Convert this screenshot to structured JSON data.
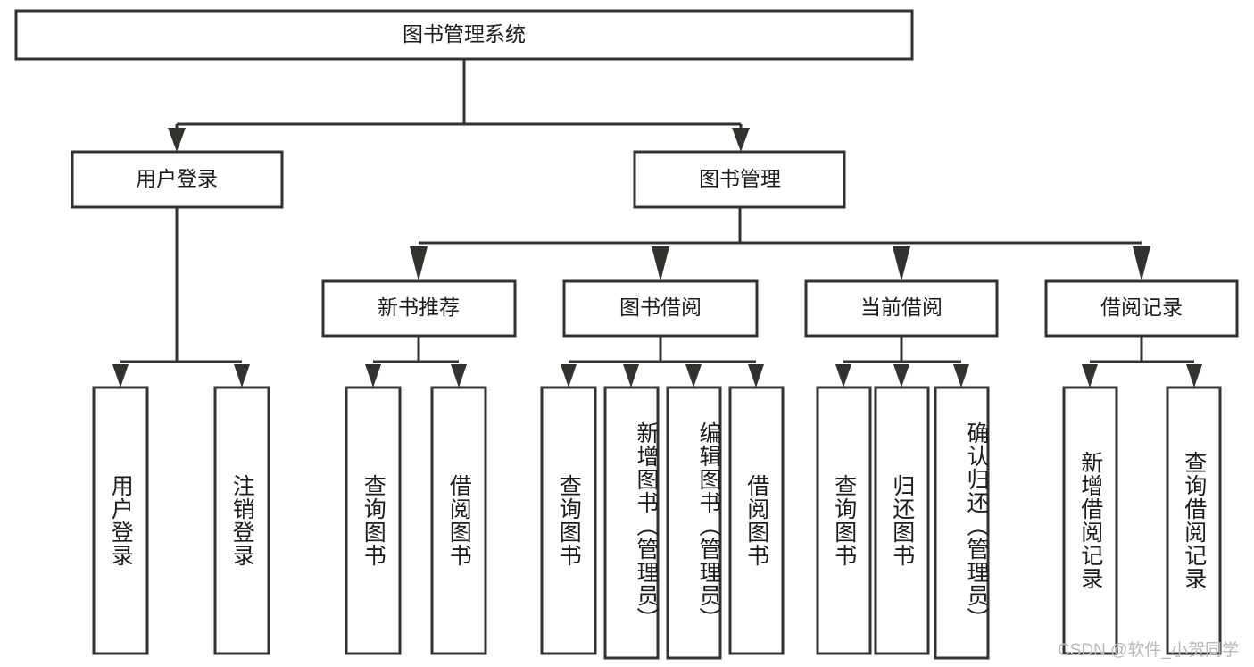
{
  "diagram": {
    "type": "hierarchy-tree",
    "title": "图书管理系统",
    "orientation": "top-down",
    "watermark": "CSDN @软件_小贺同学",
    "levels": 4,
    "nodes": {
      "root": {
        "label": "图书管理系统",
        "level": 1
      },
      "l2": [
        {
          "label": "用户登录",
          "level": 2
        },
        {
          "label": "图书管理",
          "level": 2
        }
      ],
      "l3": [
        {
          "label": "新书推荐",
          "level": 3
        },
        {
          "label": "图书借阅",
          "level": 3
        },
        {
          "label": "当前借阅",
          "level": 3
        },
        {
          "label": "借阅记录",
          "level": 3
        }
      ],
      "leaves": {
        "user_login": [
          {
            "label": "用户登录"
          },
          {
            "label": "注销登录"
          }
        ],
        "new_book": [
          {
            "label": "查询图书"
          },
          {
            "label": "借阅图书"
          }
        ],
        "book_borrow": [
          {
            "label": "查询图书"
          },
          {
            "label": "新增图书（管理员）"
          },
          {
            "label": "编辑图书（管理员）"
          },
          {
            "label": "借阅图书"
          }
        ],
        "current_borrow": [
          {
            "label": "查询图书"
          },
          {
            "label": "归还图书"
          },
          {
            "label": "确认归还（管理员）"
          }
        ],
        "borrow_record": [
          {
            "label": "新增借阅记录"
          },
          {
            "label": "查询借阅记录"
          }
        ]
      }
    },
    "colors": {
      "stroke": "#33322f",
      "fill": "#ffffff",
      "text": "#1c1c1c",
      "watermark": "#b9b9b9",
      "background": "#ffffff"
    }
  }
}
